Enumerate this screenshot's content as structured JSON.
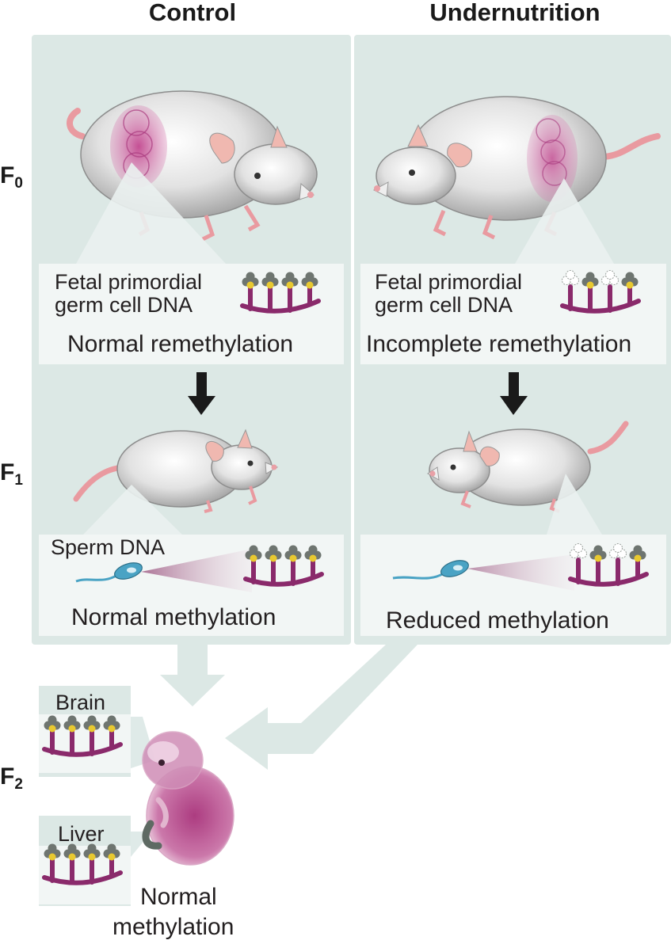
{
  "columns": {
    "control": {
      "title": "Control"
    },
    "undernutrition": {
      "title": "Undernutrition"
    }
  },
  "generations": {
    "f0": {
      "letter": "F",
      "sub": "0"
    },
    "f1": {
      "letter": "F",
      "sub": "1"
    },
    "f2": {
      "letter": "F",
      "sub": "2"
    }
  },
  "control": {
    "germ_label_1": "Fetal primordial",
    "germ_label_2": "germ cell DNA",
    "germ_result": "Normal remethylation",
    "sperm_label": "Sperm DNA",
    "sperm_result": "Normal methylation"
  },
  "undernutrition": {
    "germ_label_1": "Fetal primordial",
    "germ_label_2": "germ cell DNA",
    "germ_result": "Incomplete remethylation",
    "sperm_result": "Reduced methylation"
  },
  "f2": {
    "brain_label": "Brain",
    "liver_label": "Liver",
    "result_1": "Normal",
    "result_2": "methylation"
  },
  "colors": {
    "panel": "#dce8e5",
    "label_box": "#f2f6f5",
    "arrow_light": "#dce8e5",
    "dna_backbone": "#8a2a6b",
    "methyl_yellow": "#e8c930",
    "methyl_gray": "#6e7570",
    "mouse_body": "#e4e4e4",
    "ear_pink": "#f0b8b0",
    "embryo": "#b54a8a",
    "sperm": "#4aa3c4",
    "black_arrow": "#1a1a1a"
  }
}
